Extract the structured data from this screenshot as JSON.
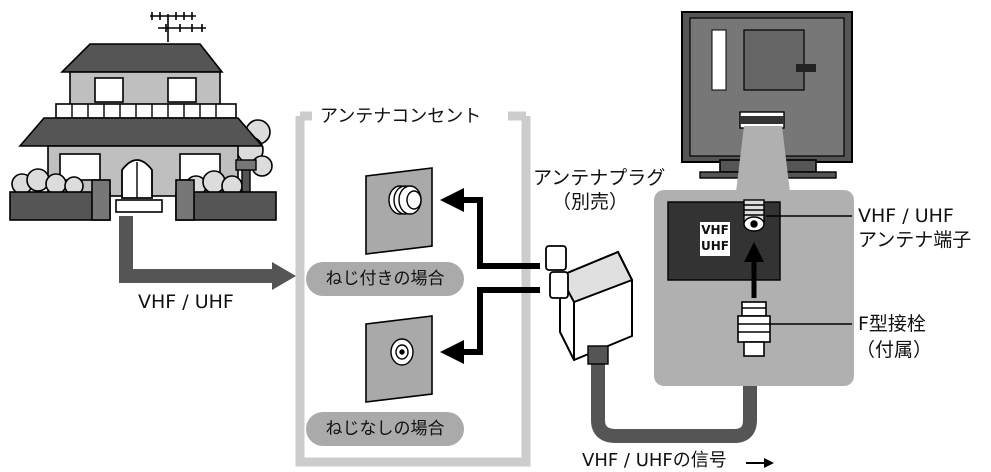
{
  "outlet_frame": {
    "title": "アンテナコンセント"
  },
  "threaded_case": {
    "label": "ねじ付きの場合"
  },
  "unthreaded_case": {
    "label": "ねじなしの場合"
  },
  "antenna_plug": {
    "line1": "アンテナプラグ",
    "line2": "（別売）"
  },
  "house_signal": {
    "label": "VHF / UHF"
  },
  "terminal": {
    "badge_line1": "VHF",
    "badge_line2": "UHF",
    "label_line1": "VHF / UHF",
    "label_line2": "アンテナ端子"
  },
  "f_connector": {
    "label_line1": "F型接栓",
    "label_line2": "（付属）"
  },
  "signal_flow": {
    "label": "VHF / UHFの信号"
  },
  "colors": {
    "dark_gray": "#555555",
    "mid_gray": "#a9a9a9",
    "light_gray": "#cccccc",
    "panel_gray": "#b0b0b0"
  }
}
